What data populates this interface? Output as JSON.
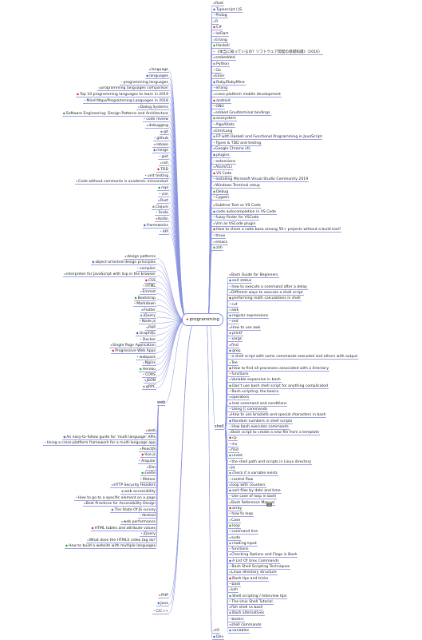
{
  "central": {
    "label": "programming"
  },
  "branches": {
    "web": "web",
    "shell": "shell"
  },
  "inline_badges": {
    "count_7": "7"
  },
  "colors": {
    "link": "#8a93e0",
    "red_marker": "#dd2222",
    "blue_marker": "#3366cc"
  },
  "right_top": [
    "Rust",
    "Typescript / JS",
    "Prolog",
    "R",
    "C#",
    "Io/Dart",
    "Erlang",
    "Haskell",
    "《本当に知っているの？ソフトウェア開発の基礎知識》（2016）",
    "embedded",
    "Python",
    "Go",
    "Elixir",
    "Ruby/RubyMine",
    "erlang",
    "cross-platform mobile development",
    "android",
    "GNU",
    "embed Gnu/terminal bindings",
    "ecosystem",
    "Algo/Stats",
    "Elm/Lang",
    "FP with Haskell and Functional Programming in JavaScript",
    "Types & TDD and testing",
    "Google Chrome (4)",
    "plugins",
    "extensions",
    "Atom/CLI",
    "VS Code",
    "Installing Microsoft Visual Studio Community 2019",
    "Windows Terminal setup",
    "Debug",
    "Cygwin"
  ],
  "right_mid": [
    "Sublime Text vs VS Code",
    "code autocompletion in VS Code",
    "fuzzy finder for VSCode",
    "Vim as VSCode plugin",
    "How to share a code base among 50+ projects without a build tool?",
    "tmux",
    "emacs",
    "zsh"
  ],
  "left_top": [
    "language",
    "languages",
    "programming languages",
    "programming languages comparison",
    "Top 10 programming languages to learn in 2019",
    "Mind Maps/Programming Languages in 2018",
    "Dialog Systems",
    "Software Engineering: Design Patterns and Architecture",
    "code review",
    "debugging",
    "git",
    "github",
    "rebase",
    "merge",
    "gist",
    "ssh",
    "TDD",
    "unit testing",
    "Code without comments is academic misconduct",
    "repl",
    "vim",
    "Rust",
    "Clojure",
    "Scala",
    "Kotlin",
    "frameworks",
    "API"
  ],
  "left_mid": [
    "design patterns",
    "object-oriented design principles",
    "compiler",
    "interpreter for JavaScript with lisp in the browser",
    "CSS",
    "HTML",
    "Emmet",
    "Bootstrap",
    "Markdown",
    "Flutter",
    "jQuery",
    "Node.js",
    "PHP",
    "GraphQL",
    "Docker",
    "Single Page Application",
    "Progressive Web Apps",
    "webpack",
    "Nginx",
    "Heroku",
    "CORS",
    "JSON",
    "gRPC"
  ],
  "left_low": [
    "web",
    "An easy-to-follow guide for 'multi-language' APIs",
    "Using a cross-platform framework for a multi-language app",
    "ReactJS",
    "Vue.js",
    "Angular",
    "Elm",
    "svelte",
    "Meteor",
    "HTTP Security Headers",
    "web accessibility",
    "How to go to a specific element on a page",
    "Best Practices for Accessibility Design",
    "The State Of JS survey",
    "devtool",
    "web performance",
    "HTML tables and attribute values",
    "jQuery",
    "What does the HTML5 video tag do?",
    "How to build a website with multiple languages"
  ],
  "left_bottom": [
    "PHP",
    "Java",
    "C/C++"
  ],
  "shell_items": [
    "Bash Guide for Beginners",
    "exit status",
    "how to execute a command after a delay",
    "Different ways to execute a shell script",
    "performing math calculations in shell",
    "cut",
    "awk",
    "regular expressions",
    "sed",
    "How to use awk",
    "printf",
    "xargs",
    "find",
    "grep",
    "a shell script with some commands executed and others with output",
    "Tee",
    "How to find all processes associated with a directory",
    "functions",
    "Variable expansion in bash",
    "Don't use bash shell script for anything complicated",
    "Bash scripting: the basics",
    "operators",
    "test command and conditions",
    "Using [[ commands",
    "How to use brackets and special characters in bash",
    "Random numbers in shell scripts",
    "How bash executes commands",
    "Bash script to create a new file from a template",
    "cp",
    "mv",
    "find",
    "unset",
    "the shell path and scripts in Linux directory",
    "jq",
    "check if a variable exists",
    "control flow",
    "loop with counters",
    "sort files by date and time",
    "Use case of loop in bash",
    "Bash Reference Manual",
    "array",
    "how to loop",
    "Case",
    "loop",
    "command line",
    "sudo",
    "reading input",
    "functions",
    "Checking Options and Flags in Bash",
    "A List Of Unix Commands",
    "Bash Shell Scripting Techniques",
    "Linux directory structure",
    "Bash tips and tricks",
    "bash",
    "ksh",
    "Shell scripting / Interview tips",
    "The Unix Shell Tutorial",
    "fish shell vs bash",
    "Bash alternatives",
    "bashrc",
    "shell commands",
    "variables"
  ],
  "bottom_right": [
    "IO",
    "Dev"
  ]
}
